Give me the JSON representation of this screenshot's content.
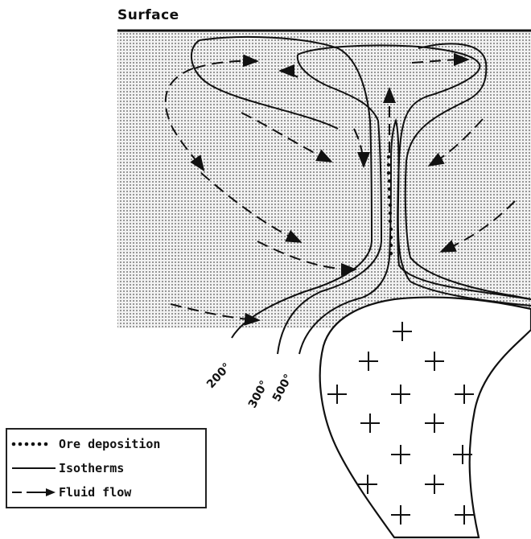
{
  "surface_label": "Surface",
  "isotherm_labels": [
    "200°",
    "300°",
    "500°"
  ],
  "legend": {
    "ore": "Ore deposition",
    "isotherms": "Isotherms",
    "fluid_flow": "Fluid flow"
  },
  "colors": {
    "stipple": "#555555",
    "line": "#111111"
  }
}
